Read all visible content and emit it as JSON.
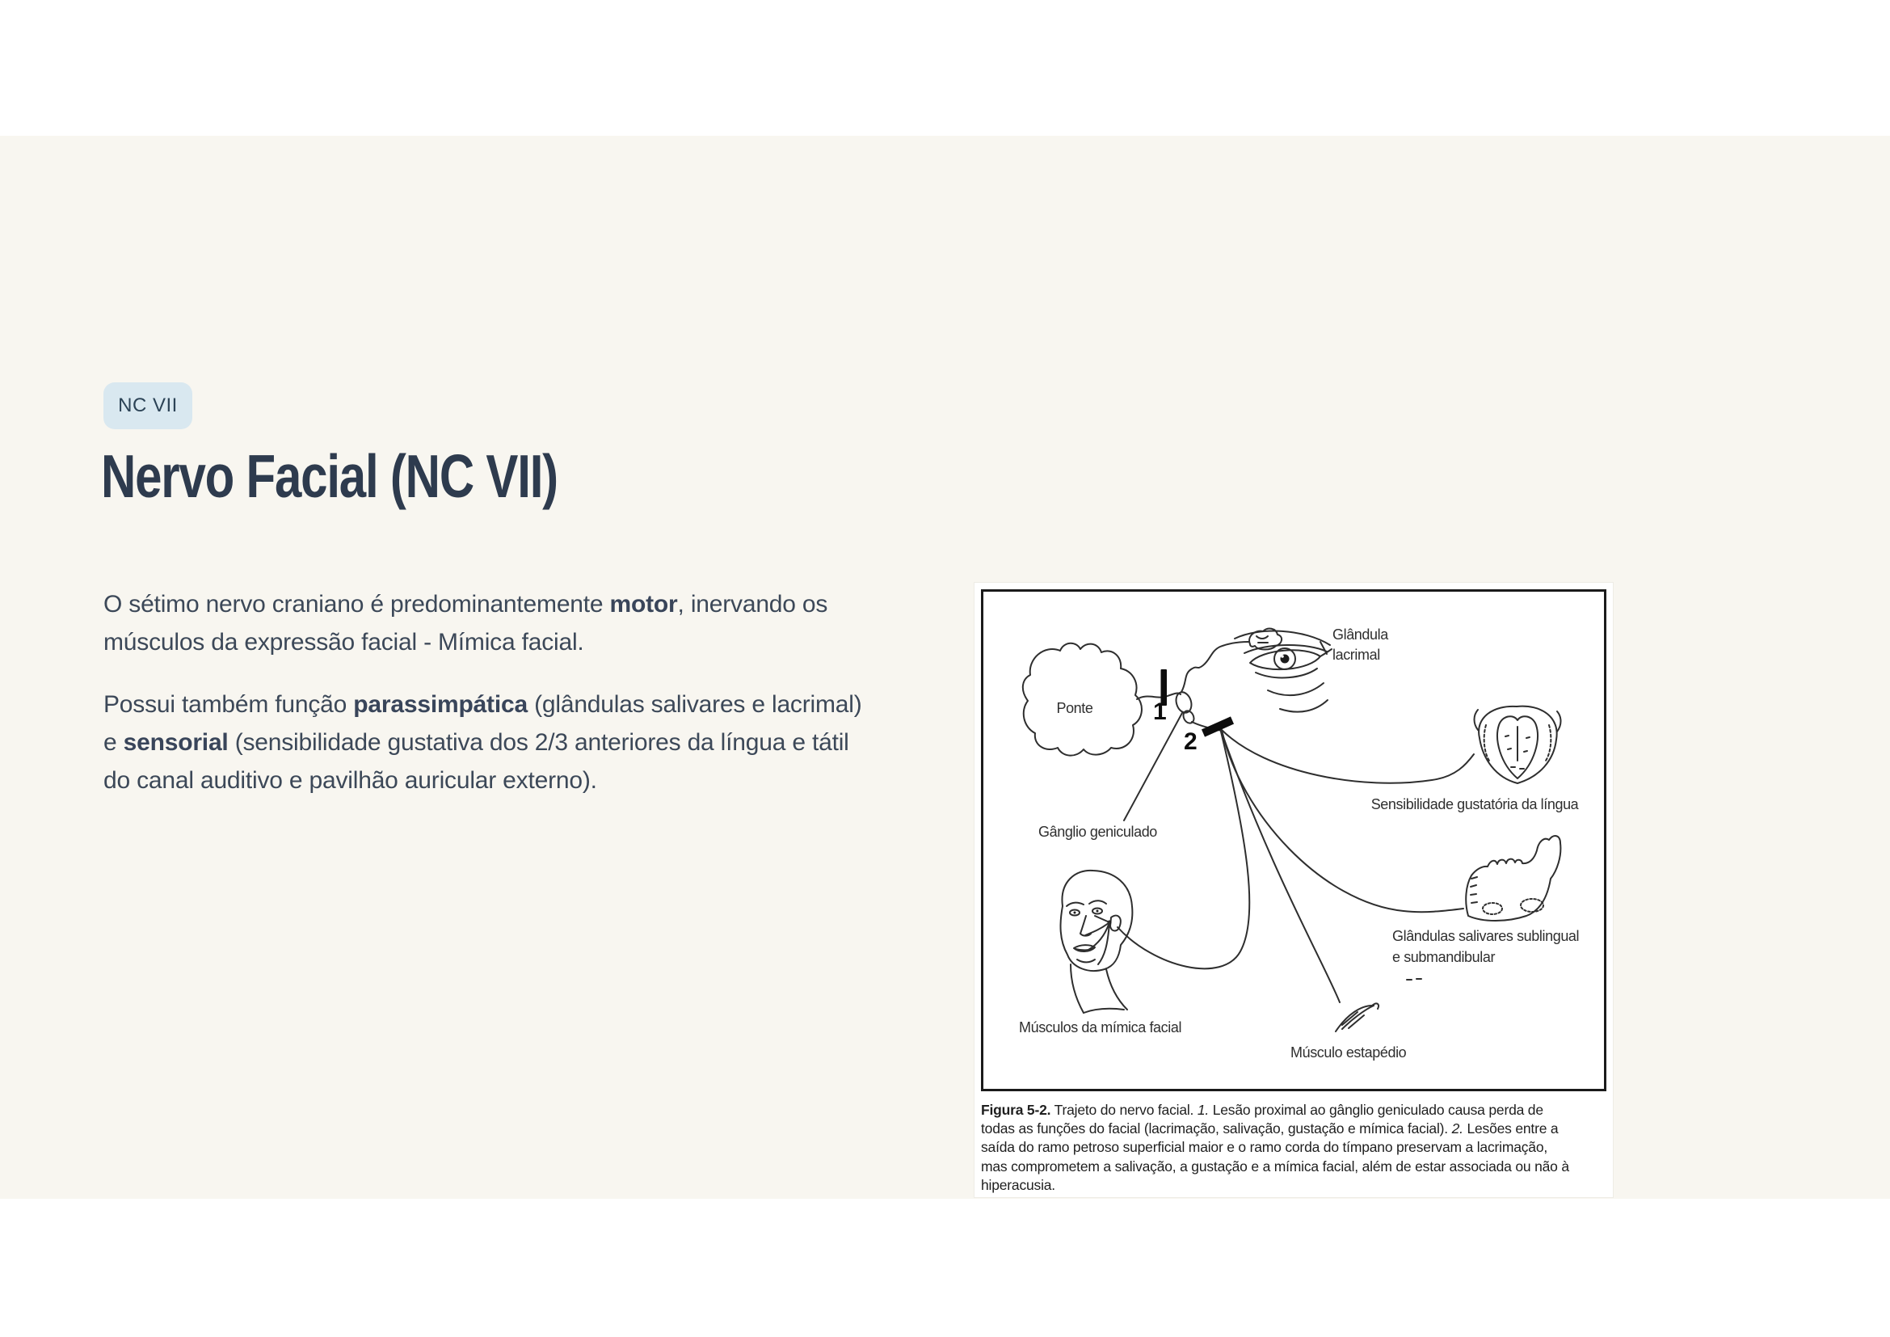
{
  "colors": {
    "band_background": "#F8F6F0",
    "badge_background": "#D9E8F0",
    "badge_text": "#2C4356",
    "title_text": "#2E3B4E",
    "body_text": "#3C4858",
    "diagram_stroke": "#2e2e2e"
  },
  "badge": {
    "label": "NC VII"
  },
  "title": {
    "text": "Nervo Facial (NC VII)"
  },
  "paragraphs": {
    "p1": {
      "l1_pre": "O sétimo nervo craniano é predominantemente ",
      "l1_bold": "motor",
      "l1_post": ", inervando os",
      "l2": "músculos da expressão facial - Mímica facial."
    },
    "p2": {
      "l1_pre": "Possui também função ",
      "l1_bold": "parassimpática",
      "l1_post": " (glândulas salivares e lacrimal)",
      "l2_pre": "e ",
      "l2_bold": "sensorial",
      "l2_post": " (sensibilidade gustativa dos 2/3 anteriores da língua e tátil",
      "l3": "do canal auditivo e pavilhão auricular externo)."
    }
  },
  "figure": {
    "labels": {
      "ponte": "Ponte",
      "glandula_line1": "Glândula",
      "glandula_line2": "lacrimal",
      "marker1": "1",
      "marker2": "2",
      "ganglio": "Gânglio geniculado",
      "lingua": "Sensibilidade gustatória da língua",
      "salivares_line1": "Glândulas salivares sublingual",
      "salivares_line2": "e submandibular",
      "mimica": "Músculos da mímica facial",
      "estapedio": "Músculo estapédio"
    },
    "caption": {
      "l1_bold": "Figura 5-2.",
      "l1_t1": " Trajeto do nervo facial. ",
      "l1_i": "1.",
      "l1_t2": " Lesão proximal ao gânglio geniculado causa perda de",
      "l2_t1": "todas as funções do facial (lacrimação, salivação, gustação e mímica facial). ",
      "l2_i": "2.",
      "l2_t2": " Lesões entre a",
      "l3": "saída do ramo petroso superficial maior e o ramo corda do tímpano preservam a lacrimação,",
      "l4": "mas comprometem a salivação, a gustação e a mímica facial, além de estar associada ou não à",
      "l5": "hiperacusia."
    }
  }
}
